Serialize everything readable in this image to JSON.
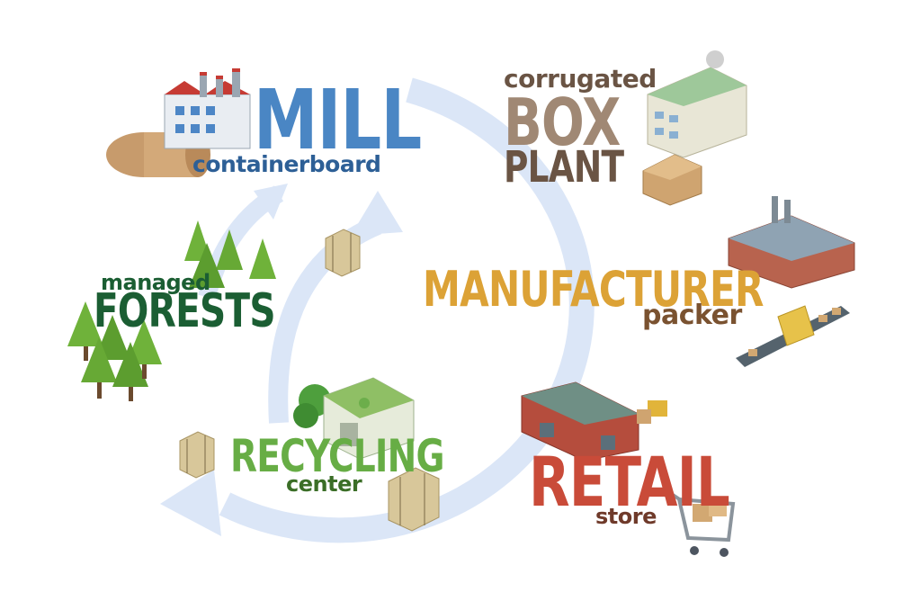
{
  "colors": {
    "arrow": "#dbe6f7",
    "mill": "#4a86c4",
    "mill_sub": "#2d5f96",
    "box": "#a08874",
    "box_sub": "#6a5444",
    "forest": "#1b5e33",
    "manufacturer": "#dca236",
    "manufacturer_sub": "#7a5230",
    "retail": "#c94b39",
    "retail_sub": "#6f3a2a",
    "recycling": "#67ad45",
    "recycling_sub": "#3b6e27"
  },
  "stages": {
    "mill": {
      "title": "MILL",
      "subtitle": "containerboard"
    },
    "box_plant": {
      "prefix": "corrugated",
      "title": "BOX",
      "title2": "PLANT"
    },
    "manufacturer": {
      "title": "MANUFACTURER",
      "subtitle": "packer"
    },
    "retail": {
      "title": "RETAIL",
      "subtitle": "store"
    },
    "recycling": {
      "title": "RECYCLING",
      "subtitle": "center"
    },
    "forests": {
      "prefix": "managed",
      "title": "FORESTS"
    }
  }
}
